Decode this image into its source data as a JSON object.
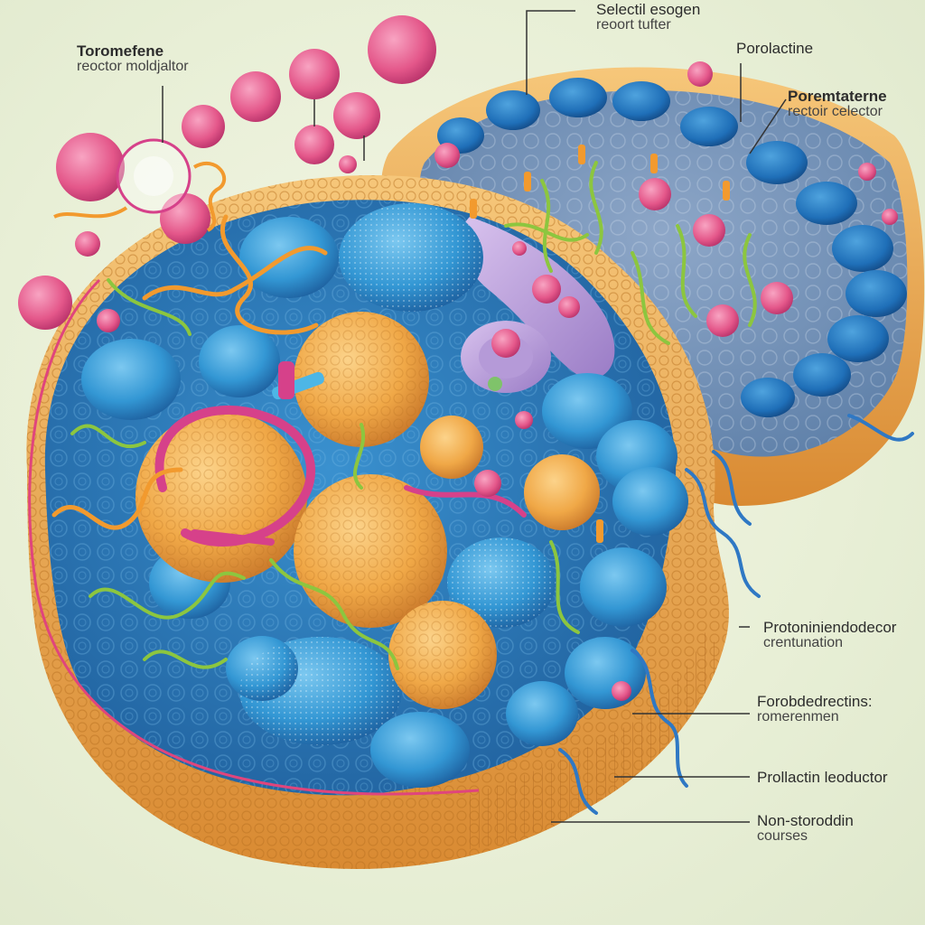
{
  "labels": {
    "toremefene": {
      "line1": "Toromefene",
      "line2": "reoctor moldjaltor"
    },
    "selectil": {
      "line1": "Selectil esogen",
      "line2": "reoort tufter"
    },
    "porolactine": {
      "line1": "Porolactine"
    },
    "poremtaterne": {
      "line1": "Poremtaterne",
      "line2": "rectoir celector"
    },
    "protoniniendodecor": {
      "line1": "Protoniniendodecor",
      "line2": "crentunation"
    },
    "forobdedrectins": {
      "line1": "Forobdedrectins:",
      "line2": "romerenmen"
    },
    "prollactin": {
      "line1": "Prollactin leoductor"
    },
    "nonstoroddin": {
      "line1": "Non-storoddin",
      "line2": "courses"
    }
  },
  "colors": {
    "background": "#e8efd6",
    "cell_blue": "#2f86c4",
    "cell_blue_dark": "#1f5f9c",
    "vesicle_blue": "#3fa0d8",
    "nucleus_orange": "#f0a847",
    "membrane_orange": "#eaa24a",
    "molecule_pink": "#e85c8c",
    "strand_green": "#8cc63f",
    "strand_orange": "#f29a2e",
    "line_pink": "#e0457c"
  }
}
